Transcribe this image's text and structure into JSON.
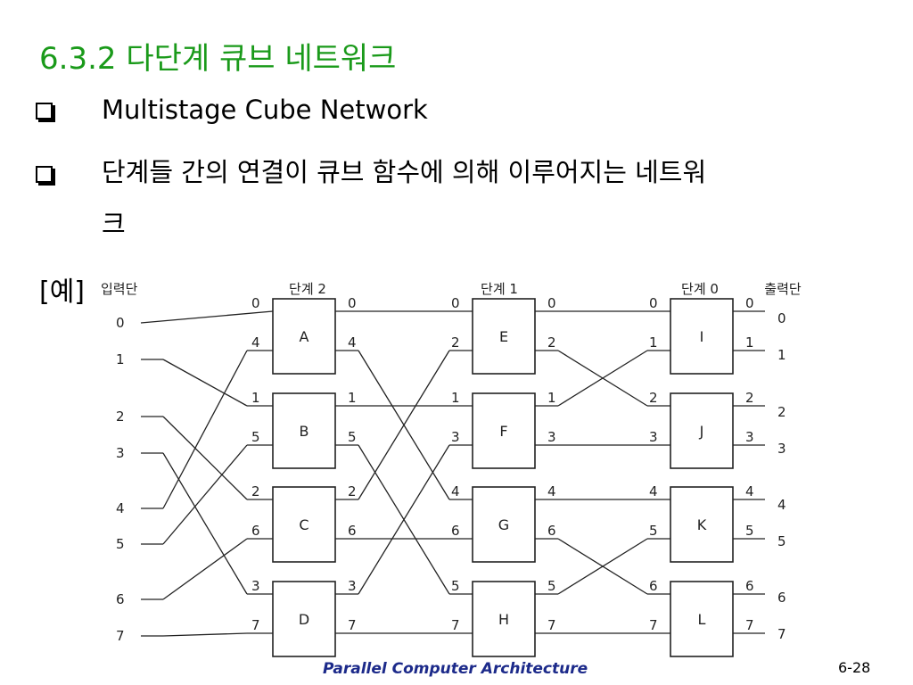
{
  "slide": {
    "title": "6.3.2 다단계 큐브 네트워크",
    "bullets": [
      "Multistage Cube Network",
      "단계들 간의 연결이 큐브 함수에 의해 이루어지는 네트워",
      "크"
    ],
    "example_label": "[예]",
    "footer": "Parallel Computer Architecture",
    "page_number": "6-28",
    "title_color": "#1a9a1a",
    "footer_color": "#1c2a8a",
    "bullet_icon": "square-bullet-icon"
  },
  "diagram": {
    "input_label": "입력단",
    "output_label": "출력단",
    "stage_labels": [
      "단계 2",
      "단계 1",
      "단계 0"
    ],
    "terminals": [
      "0",
      "1",
      "2",
      "3",
      "4",
      "5",
      "6",
      "7"
    ],
    "stages": [
      {
        "boxes": [
          {
            "name": "A",
            "in": [
              "0",
              "4"
            ],
            "out": [
              "0",
              "4"
            ]
          },
          {
            "name": "B",
            "in": [
              "1",
              "5"
            ],
            "out": [
              "1",
              "5"
            ]
          },
          {
            "name": "C",
            "in": [
              "2",
              "6"
            ],
            "out": [
              "2",
              "6"
            ]
          },
          {
            "name": "D",
            "in": [
              "3",
              "7"
            ],
            "out": [
              "3",
              "7"
            ]
          }
        ]
      },
      {
        "boxes": [
          {
            "name": "E",
            "in": [
              "0",
              "2"
            ],
            "out": [
              "0",
              "2"
            ]
          },
          {
            "name": "F",
            "in": [
              "1",
              "3"
            ],
            "out": [
              "1",
              "3"
            ]
          },
          {
            "name": "G",
            "in": [
              "4",
              "6"
            ],
            "out": [
              "4",
              "6"
            ]
          },
          {
            "name": "H",
            "in": [
              "5",
              "7"
            ],
            "out": [
              "5",
              "7"
            ]
          }
        ]
      },
      {
        "boxes": [
          {
            "name": "I",
            "in": [
              "0",
              "1"
            ],
            "out": [
              "0",
              "1"
            ]
          },
          {
            "name": "J",
            "in": [
              "2",
              "3"
            ],
            "out": [
              "2",
              "3"
            ]
          },
          {
            "name": "K",
            "in": [
              "4",
              "5"
            ],
            "out": [
              "4",
              "5"
            ]
          },
          {
            "name": "L",
            "in": [
              "6",
              "7"
            ],
            "out": [
              "6",
              "7"
            ]
          }
        ]
      }
    ]
  }
}
